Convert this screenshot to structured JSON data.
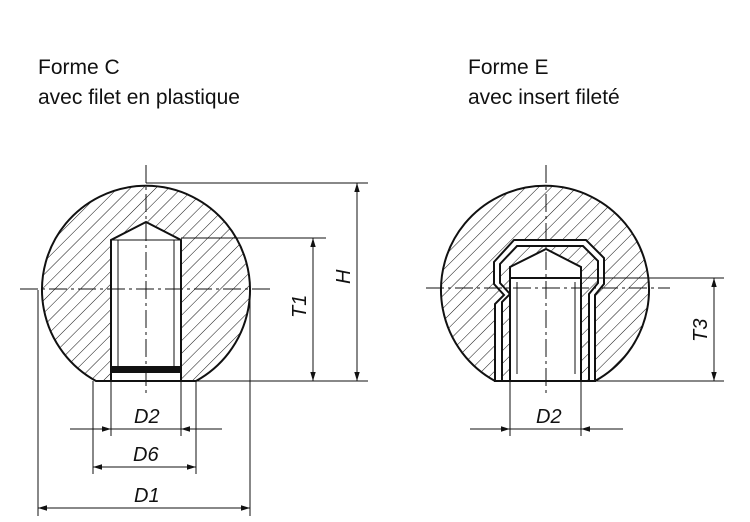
{
  "form_c": {
    "title": "Forme C",
    "subtitle": "avec filet en plastique",
    "dims": {
      "t1": "T1",
      "h": "H",
      "d2": "D2",
      "d6": "D6",
      "d1": "D1"
    }
  },
  "form_e": {
    "title": "Forme E",
    "subtitle": "avec insert fileté",
    "dims": {
      "t3": "T3",
      "d2": "D2"
    }
  }
}
